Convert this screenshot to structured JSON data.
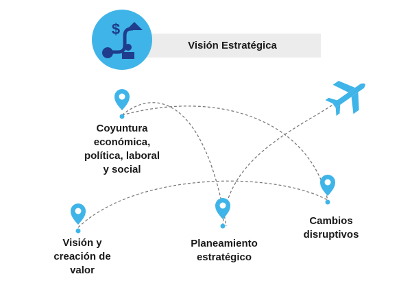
{
  "header": {
    "title": "Visión Estratégica",
    "icon": "strategy-icon"
  },
  "nodes": [
    {
      "id": "coyuntura",
      "lines": [
        "Coyuntura",
        "económica,",
        "política, laboral",
        "y social"
      ]
    },
    {
      "id": "vision",
      "lines": [
        "Visión y",
        "creación de",
        "valor"
      ]
    },
    {
      "id": "planeamiento",
      "lines": [
        "Planeamiento",
        "estratégico"
      ]
    },
    {
      "id": "cambios",
      "lines": [
        "Cambios",
        "disruptivos"
      ]
    }
  ],
  "colors": {
    "accent": "#3fb4e8",
    "icon_dark": "#1f3d8c",
    "path_gray": "#7a7a7a",
    "text": "#1a1a1a",
    "title_bg": "#ececec"
  }
}
